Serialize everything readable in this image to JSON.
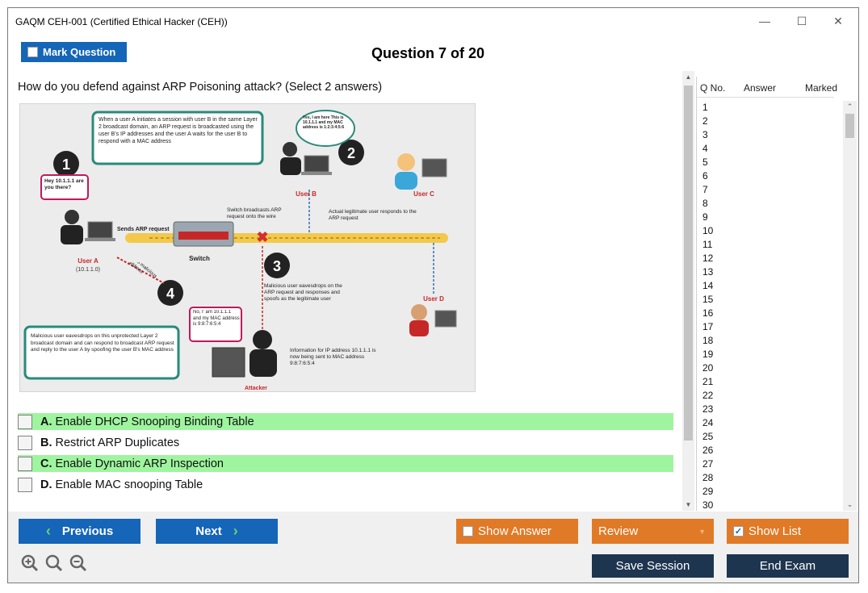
{
  "window": {
    "title": "GAQM CEH-001 (Certified Ethical Hacker (CEH))",
    "controls": [
      "minimize",
      "maximize",
      "close"
    ]
  },
  "toolbar": {
    "mark_question_label": "Mark Question",
    "question_header": "Question 7 of 20"
  },
  "question": {
    "text": "How do you defend against ARP Poisoning attack? (Select 2 answers)",
    "diagram": {
      "step1_text": "When a user A initiates a session with user B in the same Layer 2 broadcast domain, an ARP request is broadcasted using the user B's IP addresses and the user A waits for the user B to respond with a MAC address",
      "bubble1": "Hey 10.1.1.1 are you there?",
      "bubble2": "Yes, I am here This is 10.1.1.1 and my MAC address is 1:2:3:4:5:6",
      "user_a": "User A",
      "user_a_ip": "(10.1.1.0)",
      "user_b": "User B",
      "user_c": "User C",
      "user_d": "User D",
      "switch": "Switch",
      "attacker": "Attacker",
      "sends_arp": "Sends ARP request",
      "switch_broadcasts": "Switch broadcasts ARP request onto the wire",
      "legit_responds": "Actual legitimate user responds to the ARP request",
      "step3_text": "Malicious user eavesdrops on the ARP request and responses and spoofs as the legitimate user",
      "sends_malicious": "Sends his malicious MAC address",
      "bubble4": "No, I' am 10.1.1.1 and my MAC address is 9:8:7:6:5:4",
      "info_text": "Information for IP address 10.1.1.1 is now being sent to MAC address 9:8:7:6:5:4",
      "step4_text": "Malicious user eavesdrops on this unprotected Layer 2 broadcast domain and can respond to broadcast ARP request and reply to the user A by spoofing the user B's MAC address",
      "num1": "1",
      "num2": "2",
      "num3": "3",
      "num4": "4"
    },
    "answers": [
      {
        "letter": "A.",
        "text": "Enable DHCP Snooping Binding Table",
        "highlighted": true
      },
      {
        "letter": "B.",
        "text": "Restrict ARP Duplicates",
        "highlighted": false
      },
      {
        "letter": "C.",
        "text": "Enable Dynamic ARP Inspection",
        "highlighted": true
      },
      {
        "letter": "D.",
        "text": "Enable MAC snooping Table",
        "highlighted": false
      }
    ]
  },
  "question_list": {
    "headers": {
      "qno": "Q No.",
      "answer": "Answer",
      "marked": "Marked"
    },
    "rows": [
      "1",
      "2",
      "3",
      "4",
      "5",
      "6",
      "7",
      "8",
      "9",
      "10",
      "11",
      "12",
      "13",
      "14",
      "15",
      "16",
      "17",
      "18",
      "19",
      "20",
      "21",
      "22",
      "23",
      "24",
      "25",
      "26",
      "27",
      "28",
      "29",
      "30"
    ]
  },
  "bottom": {
    "previous_label": "Previous",
    "next_label": "Next",
    "show_answer_label": "Show Answer",
    "review_label": "Review",
    "show_list_label": "Show List",
    "save_session_label": "Save Session",
    "end_exam_label": "End Exam"
  },
  "colors": {
    "primary_blue": "#1565b8",
    "orange": "#e07a27",
    "dark_navy": "#1e3550",
    "correct_green": "#9ff59f"
  }
}
